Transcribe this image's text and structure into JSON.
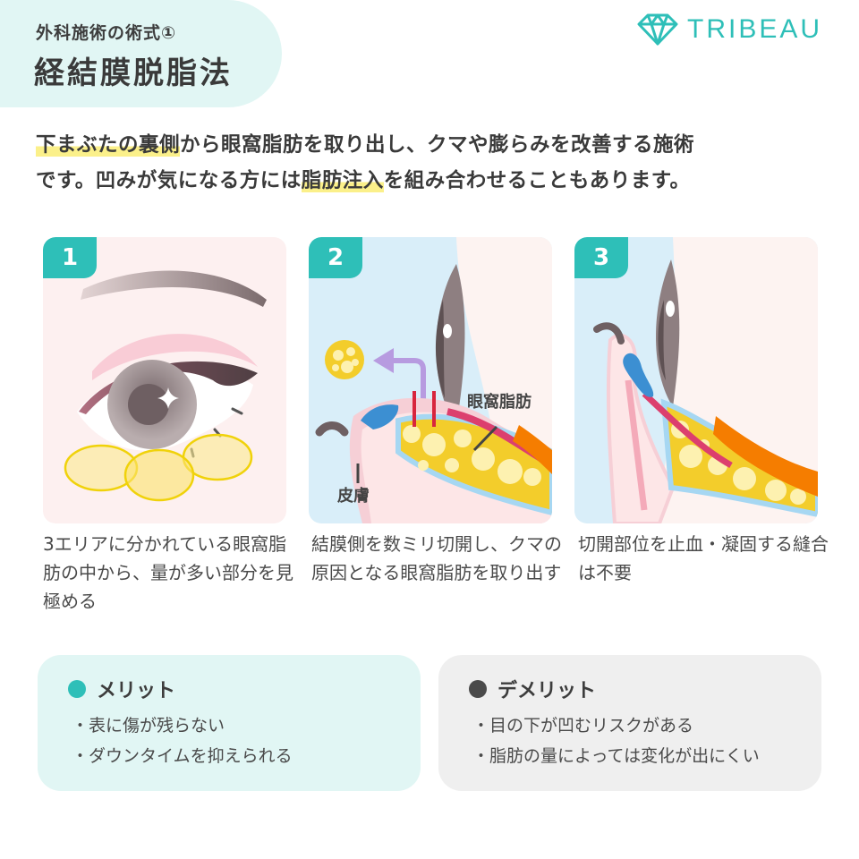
{
  "header": {
    "subtitle": "外科施術の術式①",
    "title": "経結膜脱脂法",
    "pill_color": "#e1f6f4"
  },
  "brand": {
    "name": "TRIBEAU",
    "icon": "diamond-icon",
    "color": "#2ebfb8"
  },
  "lead": {
    "line1_highlight": "下まぶたの裏側",
    "line1_rest": "から眼窩脂肪を取り出し、クマや膨らみを改善する施術",
    "line2_pre": "です。凹みが気になる方には",
    "line2_highlight": "脂肪注入",
    "line2_post": "を組み合わせることもあります。",
    "highlight_color": "#fbf08a"
  },
  "steps": [
    {
      "number": "1",
      "caption": "3エリアに分かれている眼窩脂肪の中から、量が多い部分を見極める"
    },
    {
      "number": "2",
      "label_fat": "眼窩脂肪",
      "label_skin": "皮膚",
      "caption": "結膜側を数ミリ切開し、クマの原因となる眼窩脂肪を取り出す"
    },
    {
      "number": "3",
      "caption": "切開部位を止血・凝固する縫合は不要"
    }
  ],
  "merit": {
    "title": "メリット",
    "dot_color": "#2ebfb8",
    "items": [
      "表に傷が残らない",
      "ダウンタイムを抑えられる"
    ]
  },
  "demerit": {
    "title": "デメリット",
    "dot_color": "#4a4a4a",
    "items": [
      "目の下が凹むリスクがある",
      "脂肪の量によっては変化が出にくい"
    ]
  },
  "colors": {
    "accent": "#2ebfb8",
    "text": "#3d3d3d"
  }
}
